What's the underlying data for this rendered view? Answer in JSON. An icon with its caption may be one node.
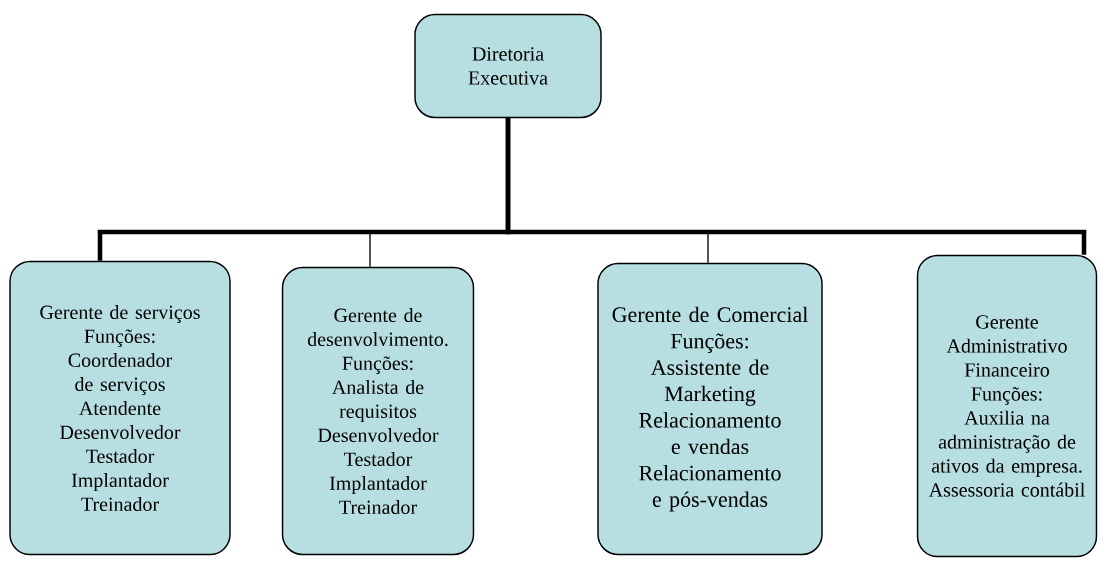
{
  "diagram": {
    "nodes": [
      {
        "text": [
          "Diretoria Executiva"
        ]
      },
      {
        "text": [
          "Gerente de serviços",
          "Funções:",
          "Coordenador de serviços",
          "Atendente",
          "Desenvolvedor",
          "Testador",
          "Implantador",
          "Treinador"
        ]
      },
      {
        "text": [
          "Gerente de desenvolvimento.",
          "Funções:",
          "Analista de requisitos",
          "Desenvolvedor",
          "Testador",
          "Implantador",
          "Treinador"
        ]
      },
      {
        "text": [
          "Gerente de Comercial",
          "Funções:",
          "Assistente de Marketing",
          "Relacionamento e vendas",
          "Relacionamento e pós-vendas"
        ]
      },
      {
        "text": [
          "Gerente Administrativo Financeiro",
          "Funções:",
          "Auxilia na administração de ativos da empresa.",
          "Assessoria contábil"
        ]
      }
    ],
    "edges": [
      {
        "from": 0,
        "to": 1,
        "arrow": "none",
        "style": "thick"
      },
      {
        "from": 0,
        "to": 2,
        "arrow": "none"
      },
      {
        "from": 0,
        "to": 3,
        "arrow": "none"
      },
      {
        "from": 0,
        "to": 4,
        "arrow": "none",
        "style": "thick"
      }
    ]
  }
}
